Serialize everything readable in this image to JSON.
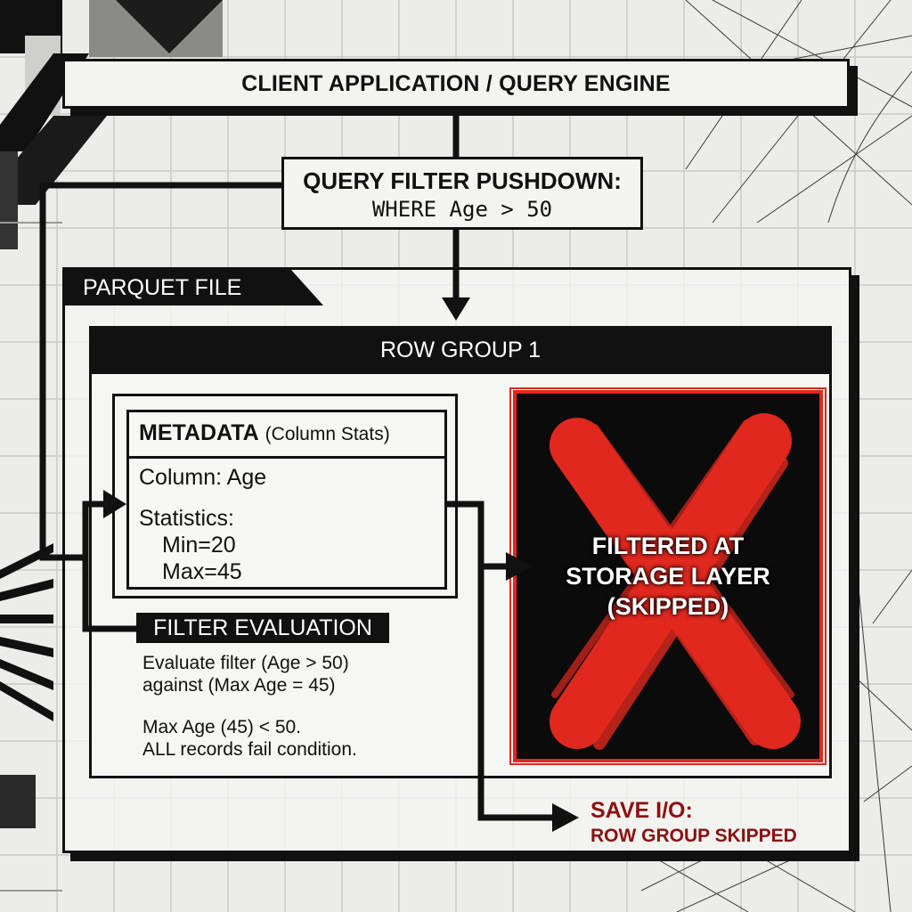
{
  "client": {
    "label": "CLIENT APPLICATION / QUERY ENGINE"
  },
  "pushdown": {
    "title": "QUERY FILTER PUSHDOWN:",
    "condition": "WHERE Age > 50"
  },
  "parquet": {
    "label": "PARQUET FILE"
  },
  "row_group": {
    "label": "ROW GROUP 1"
  },
  "metadata": {
    "title": "METADATA",
    "subtitle": "(Column Stats)",
    "column": "Column: Age",
    "stats_label": "Statistics:",
    "min": "Min=20",
    "max": "Max=45"
  },
  "filter_evaluation": {
    "label": "FILTER EVALUATION",
    "lines": [
      "Evaluate filter (Age > 50)",
      "against (Max Age = 45)",
      "Max Age (45) < 50.",
      "ALL records fail condition."
    ]
  },
  "skipped": {
    "line1": "FILTERED AT",
    "line2": "STORAGE LAYER",
    "line3": "(SKIPPED)"
  },
  "save": {
    "title": "SAVE I/O:",
    "subtitle": "ROW GROUP SKIPPED"
  },
  "colors": {
    "accent_red": "#e0281e",
    "save_red": "#8c1010",
    "ink": "#111111"
  }
}
